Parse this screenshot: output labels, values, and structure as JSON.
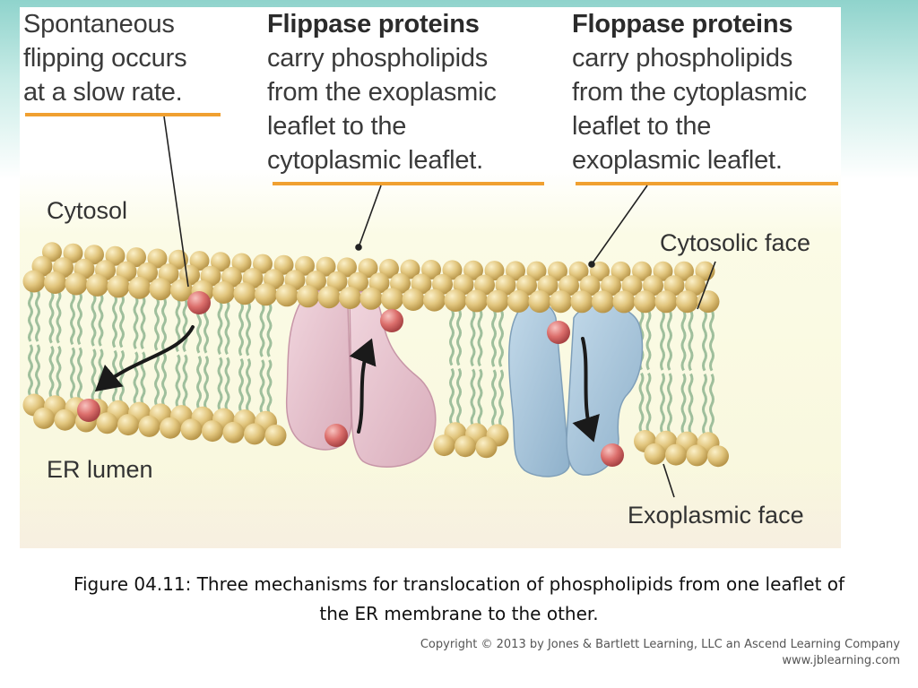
{
  "labels": {
    "spontaneous": "Spontaneous\nflipping occurs\nat a slow rate.",
    "flippase_title": "Flippase proteins",
    "flippase_body": "carry phospholipids\nfrom the exoplasmic\nleaflet to the\ncytoplasmic leaflet.",
    "floppase_title": "Floppase proteins",
    "floppase_body": "carry phospholipids\nfrom the cytoplasmic\nleaflet to the\nexoplasmic leaflet.",
    "cytosol": "Cytosol",
    "cytosolic_face": "Cytosolic face",
    "er_lumen": "ER lumen",
    "exoplasmic_face": "Exoplasmic face"
  },
  "caption": {
    "line1": "Figure 04.11: Three mechanisms for translocation of phospholipids from one leaflet of",
    "line2": "the ER membrane to the other."
  },
  "copyright": {
    "line1": "Copyright © 2013 by Jones & Bartlett Learning, LLC an Ascend Learning Company",
    "line2": "www.jblearning.com"
  },
  "colors": {
    "lipid_head": "#d9bd73",
    "marked_lipid": "#d8686a",
    "tail": "#9fbf9c",
    "flippase": "#e7c4cf",
    "floppase": "#a9c7dc",
    "underline": "#f0a030",
    "arrow": "#1a1a1a"
  }
}
